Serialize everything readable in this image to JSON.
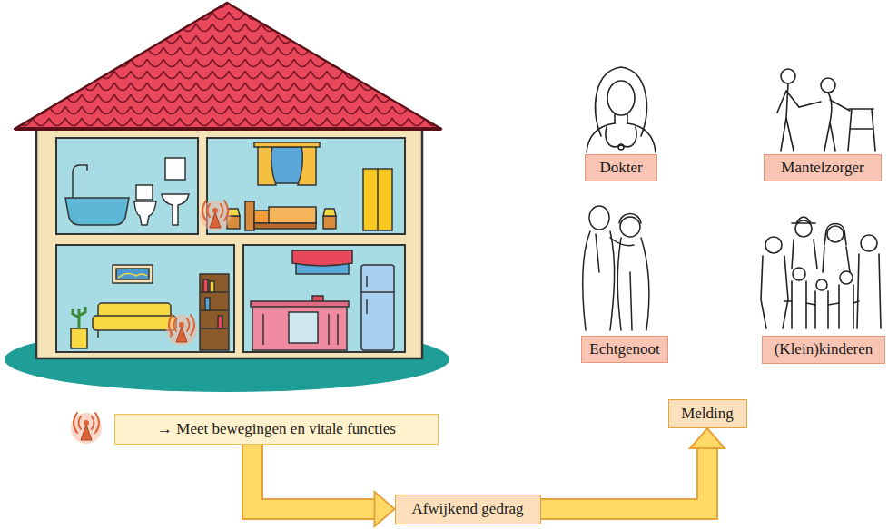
{
  "diagram": {
    "nodes": [
      {
        "text": [
          "Dokter"
        ]
      },
      {
        "text": [
          "Mantelzorger"
        ]
      },
      {
        "text": [
          "Echtgenoot"
        ]
      },
      {
        "text": [
          "(Klein)kinderen"
        ]
      },
      {
        "text": [
          "Melding"
        ]
      },
      {
        "text": [
          "→ Meet bewegingen en vitale functies"
        ]
      },
      {
        "text": [
          "Afwijkend gedrag"
        ]
      }
    ],
    "edges": [
      {
        "from": 5,
        "to": 6,
        "arrow": "to"
      },
      {
        "from": 6,
        "to": 4,
        "arrow": "to"
      }
    ]
  }
}
